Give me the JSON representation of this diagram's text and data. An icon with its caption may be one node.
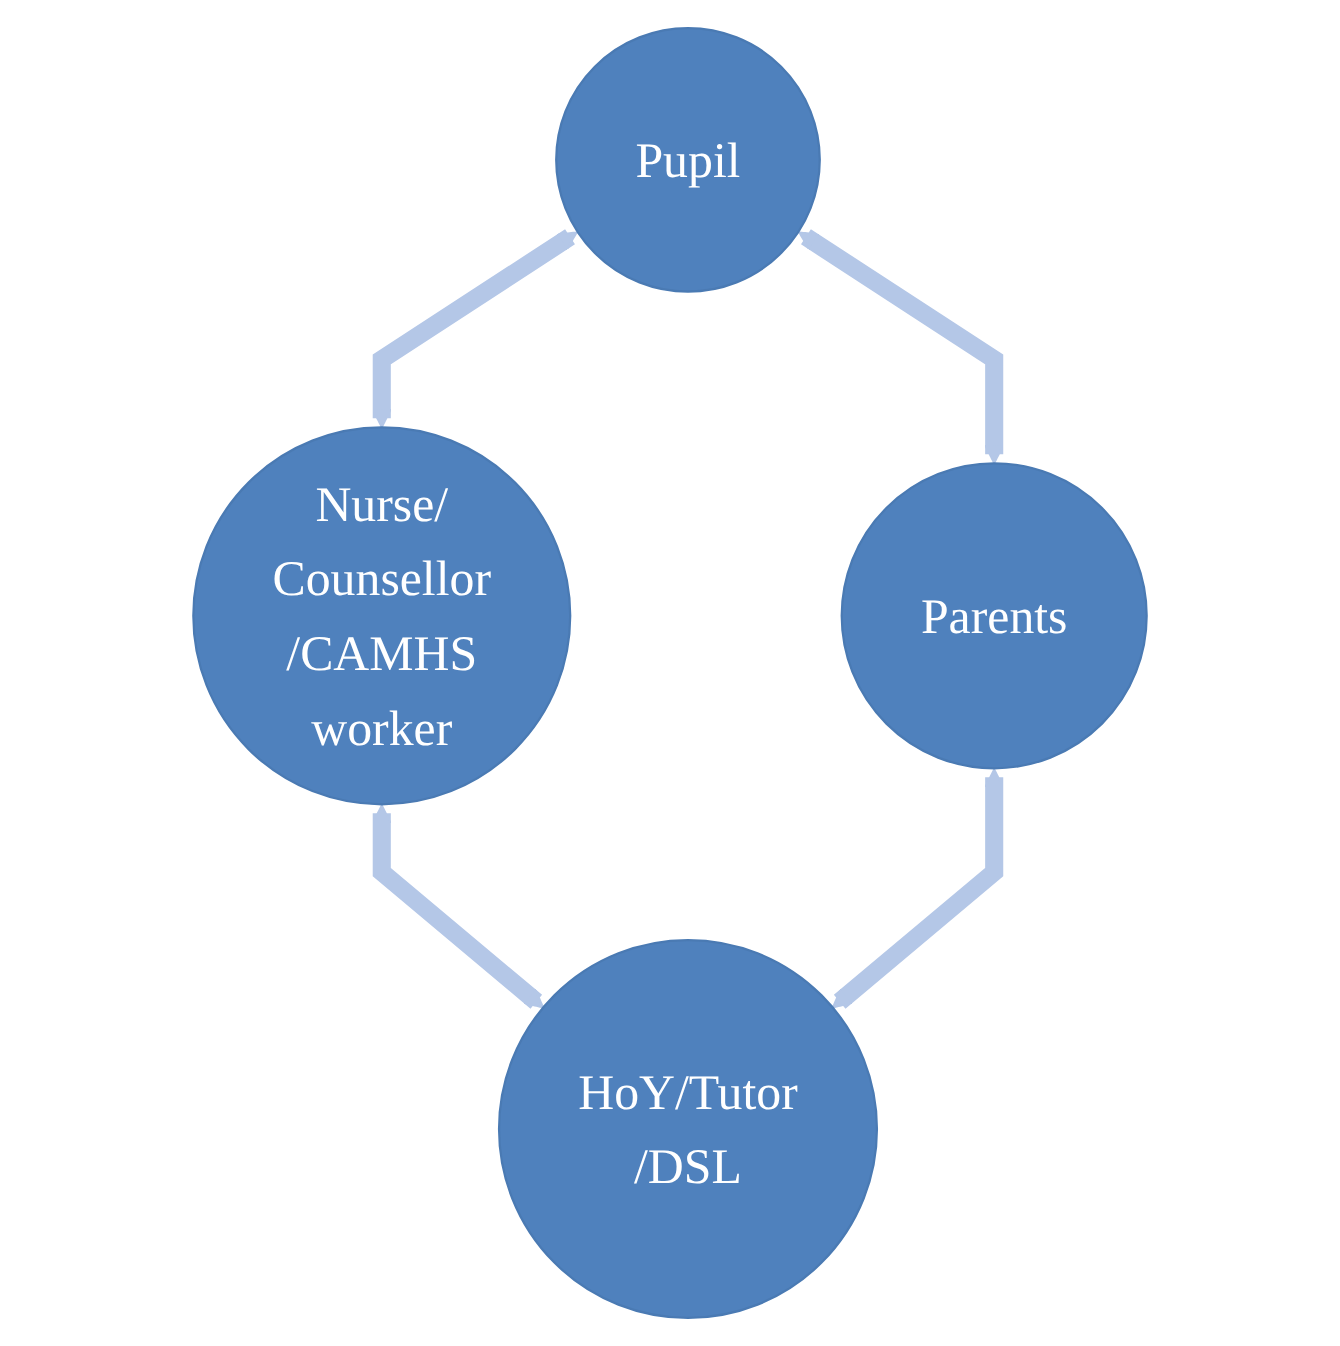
{
  "diagram": {
    "nodes": [
      {
        "text": [
          "Pupil"
        ]
      },
      {
        "text": [
          "Nurse/ Counsellor /CAMHS worker"
        ]
      },
      {
        "text": [
          "Parents"
        ]
      },
      {
        "text": [
          "HoY/Tutor /DSL"
        ]
      }
    ],
    "edges": [
      {
        "from": 0,
        "to": 1,
        "arrow": "both"
      },
      {
        "from": 0,
        "to": 2,
        "arrow": "both"
      },
      {
        "from": 1,
        "to": 3,
        "arrow": "both"
      },
      {
        "from": 2,
        "to": 3,
        "arrow": "both"
      }
    ]
  }
}
